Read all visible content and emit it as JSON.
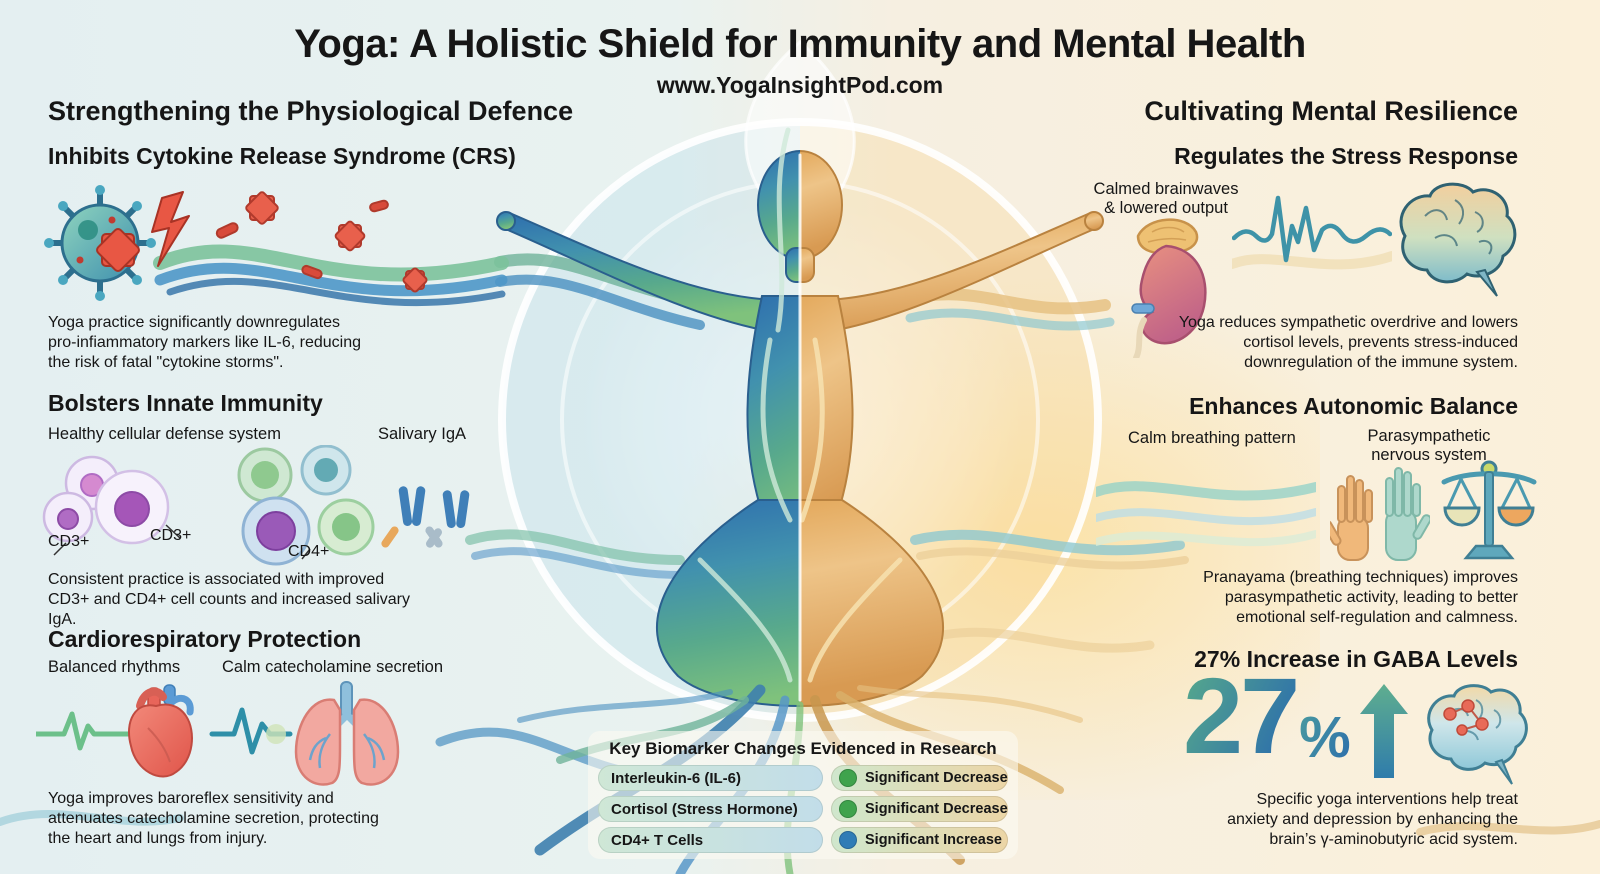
{
  "page": {
    "title": "Yoga: A Holistic Shield for Immunity and Mental Health",
    "website": "www.YogaInsightPod.com"
  },
  "left_column": {
    "header": "Strengthening the Physiological Defence",
    "crs": {
      "title": "Inhibits Cytokine Release Syndrome (CRS)",
      "body": "Yoga practice significantly downregulates pro-infiammatory markers like IL-6, reducing the risk of fatal \"cytokine storms\"."
    },
    "innate": {
      "title": "Bolsters Innate Immunity",
      "caption_cells": "Healthy cellular defense system",
      "caption_iga": "Salivary IgA",
      "labels": [
        "CD3+",
        "CD3+",
        "CD4+"
      ],
      "body": "Consistent practice is associated with improved CD3+ and CD4+ cell counts and increased salivary IgA."
    },
    "cardio": {
      "title": "Cardiorespiratory Protection",
      "caption_rhythms": "Balanced rhythms",
      "caption_catecholamine": "Calm catecholamine secretion",
      "body": "Yoga improves baroreflex sensitivity and attenuates catecholamine secretion, protecting the heart and lungs from injury."
    }
  },
  "right_column": {
    "header": "Cultivating Mental Resilience",
    "stress": {
      "title": "Regulates the Stress Response",
      "caption": "Calmed brainwaves & lowered output",
      "body": "Yoga reduces sympathetic overdrive and lowers cortisol levels, prevents stress-induced downregulation of the immune system."
    },
    "autonomic": {
      "title": "Enhances Autonomic Balance",
      "caption_breathing": "Calm breathing pattern",
      "caption_parasympathetic": "Parasympathetic nervous system",
      "body": "Pranayama (breathing techniques) improves parasympathetic activity, leading to better emotional self-regulation and calmness."
    },
    "gaba": {
      "title": "27% Increase in GABA Levels",
      "stat_value": "27",
      "stat_unit": "%",
      "body": "Specific yoga interventions help treat anxiety and depression by enhancing the brain’s γ-aminobutyric acid system."
    }
  },
  "biomarker_table": {
    "title": "Key Biomarker Changes Evidenced in Research",
    "rows": [
      {
        "marker": "Interleukin-6 (IL-6)",
        "change": "Significant Decrease",
        "dot_color": "#3fa34d"
      },
      {
        "marker": "Cortisol (Stress Hormone)",
        "change": "Significant Decrease",
        "dot_color": "#3fa34d"
      },
      {
        "marker": "CD4+ T Cells",
        "change": "Significant Increase",
        "dot_color": "#2f7cb6"
      }
    ]
  },
  "colors": {
    "background_left": "#e4eff1",
    "background_right": "#fbf0da",
    "text": "#161616",
    "decrease_dot": "#3fa34d",
    "increase_dot": "#2f7cb6",
    "stat_gradient_start": "#54a68d",
    "stat_gradient_end": "#2d6fab"
  }
}
